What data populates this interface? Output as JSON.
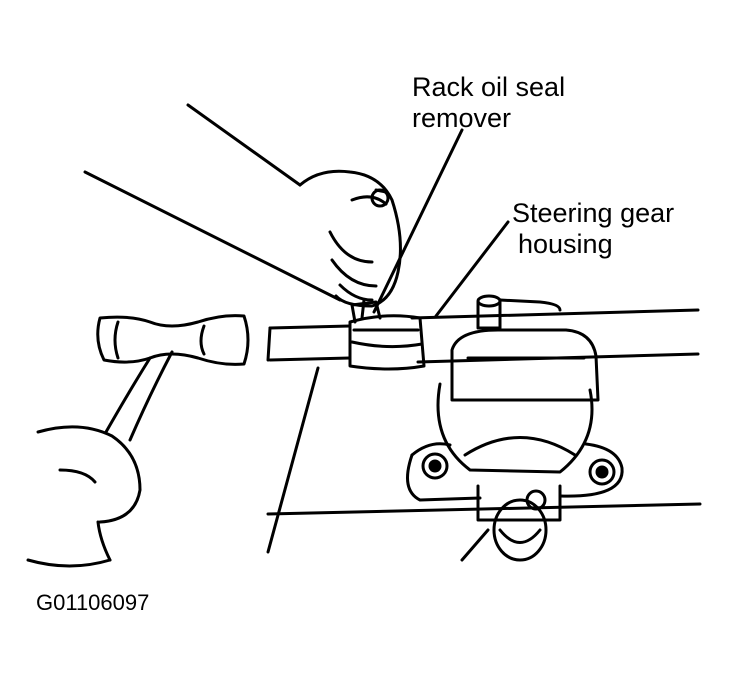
{
  "labels": {
    "rack_oil_seal_remover": [
      "Rack oil seal",
      "remover"
    ],
    "steering_gear_housing": [
      "Steering gear",
      "housing"
    ]
  },
  "figure_code": "G01106097",
  "colors": {
    "ink": "#000000",
    "paper": "#ffffff"
  }
}
